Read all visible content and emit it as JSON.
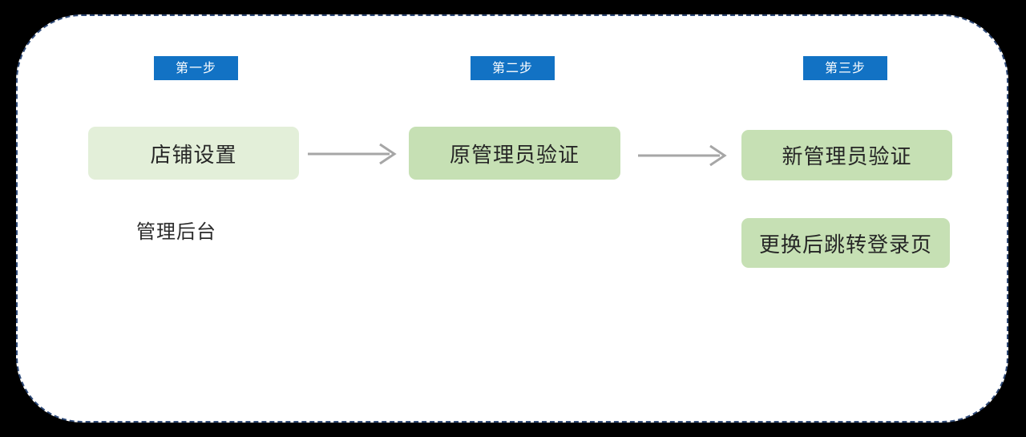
{
  "panel": {
    "border_color": "#2f4a78",
    "background": "#ffffff"
  },
  "steps": [
    {
      "label": "第一步",
      "color": "#1272c4"
    },
    {
      "label": "第二步",
      "color": "#1272c4"
    },
    {
      "label": "第三步",
      "color": "#1272c4"
    }
  ],
  "boxes": {
    "shop_settings": {
      "label": "店铺设置",
      "color": "#e3efd9"
    },
    "old_admin_verify": {
      "label": "原管理员验证",
      "color": "#c6e0b4"
    },
    "new_admin_verify": {
      "label": "新管理员验证",
      "color": "#c6e0b4"
    },
    "redirect_login": {
      "label": "更换后跳转登录页",
      "color": "#c6e0b4"
    }
  },
  "captions": {
    "backend": "管理后台"
  },
  "arrows": {
    "color": "#a6a6a6",
    "first": "arrow-shop-to-old-admin",
    "second": "arrow-old-admin-to-new-admin"
  }
}
